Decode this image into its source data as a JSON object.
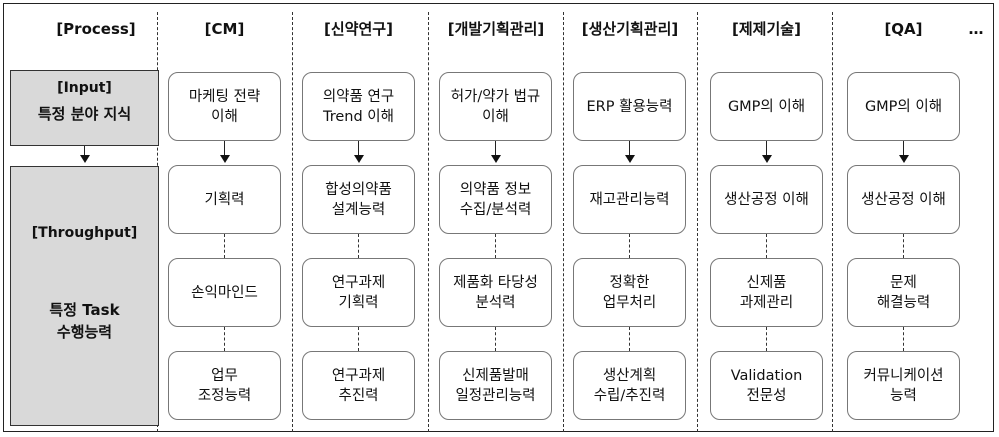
{
  "headers": {
    "process": "[Process]",
    "more": "…",
    "columns": [
      "[CM]",
      "[신약연구]",
      "[개발기획관리]",
      "[생산기획관리]",
      "[제제기술]",
      "[QA]"
    ]
  },
  "sidebar": {
    "input_tag": "[Input]",
    "input_text": "특정 분야 지식",
    "throughput_tag": "[Throughput]",
    "throughput_text": "특정 Task\n수행능력"
  },
  "columns": [
    {
      "nodes": [
        "마케팅 전략\n이해",
        "기획력",
        "손익마인드",
        "업무\n조정능력"
      ]
    },
    {
      "nodes": [
        "의약품 연구\nTrend 이해",
        "합성의약품\n설계능력",
        "연구과제\n기획력",
        "연구과제\n추진력"
      ]
    },
    {
      "nodes": [
        "허가/약가 법규\n이해",
        "의약품 정보\n수집/분석력",
        "제품화 타당성\n분석력",
        "신제품발매\n일정관리능력"
      ]
    },
    {
      "nodes": [
        "ERP 활용능력",
        "재고관리능력",
        "정확한\n업무처리",
        "생산계획\n수립/추진력"
      ]
    },
    {
      "nodes": [
        "GMP의 이해",
        "생산공정 이해",
        "신제품\n과제관리",
        "Validation\n전문성"
      ]
    },
    {
      "nodes": [
        "GMP의 이해",
        "생산공정 이해",
        "문제\n해결능력",
        "커뮤니케이션\n능력"
      ]
    }
  ],
  "colors": {
    "sidebox_fill": "#d9d9d9",
    "border": "#333333"
  }
}
